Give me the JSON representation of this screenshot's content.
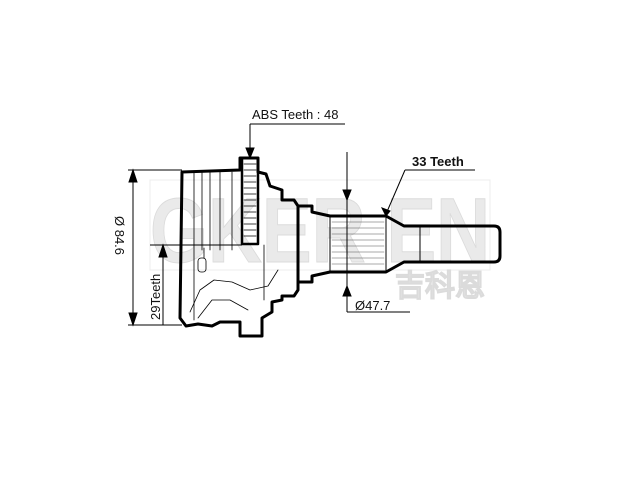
{
  "diagram": {
    "subject": "CV joint (outer) technical drawing",
    "labels": {
      "abs_teeth": "ABS Teeth : 48",
      "shaft_teeth": "33 Teeth",
      "outer_diameter": "Ø 84.6",
      "inner_teeth": "29Teeth",
      "shaft_diameter": "Ø47.7"
    },
    "watermark": {
      "latin": "GKER EN",
      "chinese": "吉科恩"
    }
  }
}
